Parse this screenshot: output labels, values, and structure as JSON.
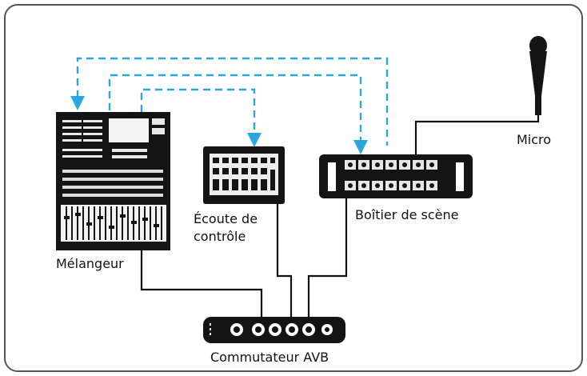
{
  "labels": {
    "mixer": "Mélangeur",
    "monitor_line1": "Écoute de",
    "monitor_line2": "contrôle",
    "stagebox": "Boîtier de scène",
    "micro": "Micro",
    "switch": "Commutateur AVB"
  },
  "devices": [
    {
      "id": "mixer",
      "icon": "mixing-console-icon"
    },
    {
      "id": "monitor",
      "icon": "monitor-controller-icon"
    },
    {
      "id": "stagebox",
      "icon": "stage-box-icon"
    },
    {
      "id": "micro",
      "icon": "microphone-icon"
    },
    {
      "id": "switch",
      "icon": "avb-switch-icon"
    }
  ],
  "colors": {
    "network_dashed": "#29a8df",
    "cable": "#111111",
    "frame": "#555555",
    "device_body": "#141414"
  }
}
